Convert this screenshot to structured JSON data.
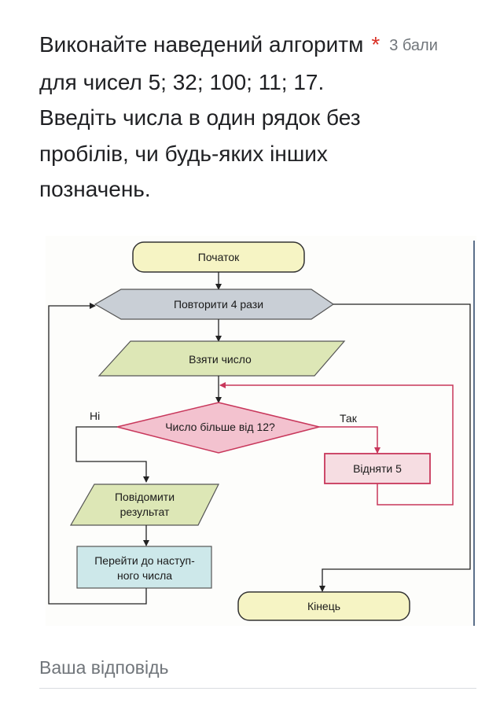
{
  "question": {
    "title_line1": "Виконайте наведений алгоритм",
    "required_mark": "*",
    "points": "3 бали",
    "line2": "для чисел 5; 32; 100; 11; 17.",
    "line3": "Введіть числа в один рядок без",
    "line4": "пробілів, чи будь-яких інших",
    "line5": "позначень."
  },
  "flowchart": {
    "start": "Початок",
    "loop": "Повторити 4 рази",
    "input": "Взяти число",
    "condition": "Число більше від 12?",
    "no_label": "Ні",
    "yes_label": "Так",
    "subtract": "Відняти 5",
    "output_line1": "Повідомити",
    "output_line2": "результат",
    "next_line1": "Перейти до наступ-",
    "next_line2": "ного числа",
    "end": "Кінець",
    "colors": {
      "terminal": "#f6f4c4",
      "loop": "#c9cfd6",
      "input": "#dde7b6",
      "condition": "#f3c2cf",
      "condition_border": "#c8375b",
      "subtract": "#f6dde2",
      "output": "#dde7b6",
      "next": "#cde8ea"
    }
  },
  "answer": {
    "placeholder": "Ваша відповідь"
  }
}
